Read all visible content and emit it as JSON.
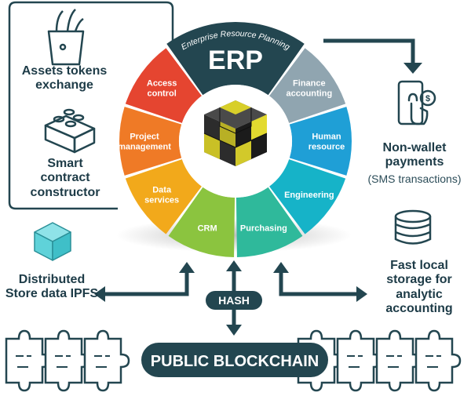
{
  "erp": {
    "ring_title": "Enterprise Resource Planning",
    "title": "ERP",
    "segments": [
      {
        "label": [
          "Finance",
          "accounting"
        ],
        "color": "#90a5b0"
      },
      {
        "label": [
          "Human",
          "resource"
        ],
        "color": "#1f9fd6"
      },
      {
        "label": [
          "Engineering"
        ],
        "color": "#16b3c8"
      },
      {
        "label": [
          "Purchasing"
        ],
        "color": "#2fb99b"
      },
      {
        "label": [
          "CRM"
        ],
        "color": "#8bc43f"
      },
      {
        "label": [
          "Data",
          "services"
        ],
        "color": "#f2a91b"
      },
      {
        "label": [
          "Project",
          "management"
        ],
        "color": "#ef7a26"
      },
      {
        "label": [
          "Access",
          "control"
        ],
        "color": "#e54530"
      }
    ]
  },
  "left_panel": {
    "assets_label": "Assets tokens exchange",
    "smart_label": "Smart contract constructor"
  },
  "right_top": {
    "title": "Non-wallet payments",
    "subtitle": "(SMS transactions)"
  },
  "right_bottom": {
    "title": "Fast local storage for analytic accounting"
  },
  "left_bottom": {
    "title": "Distributed Store data IPFS"
  },
  "hash_label": "HASH",
  "blockchain_label": "PUBLIC BLOCKCHAIN",
  "colors": {
    "navy": "#234650",
    "text": "#1d3b47",
    "teal_icon": "#5fd2d9"
  }
}
